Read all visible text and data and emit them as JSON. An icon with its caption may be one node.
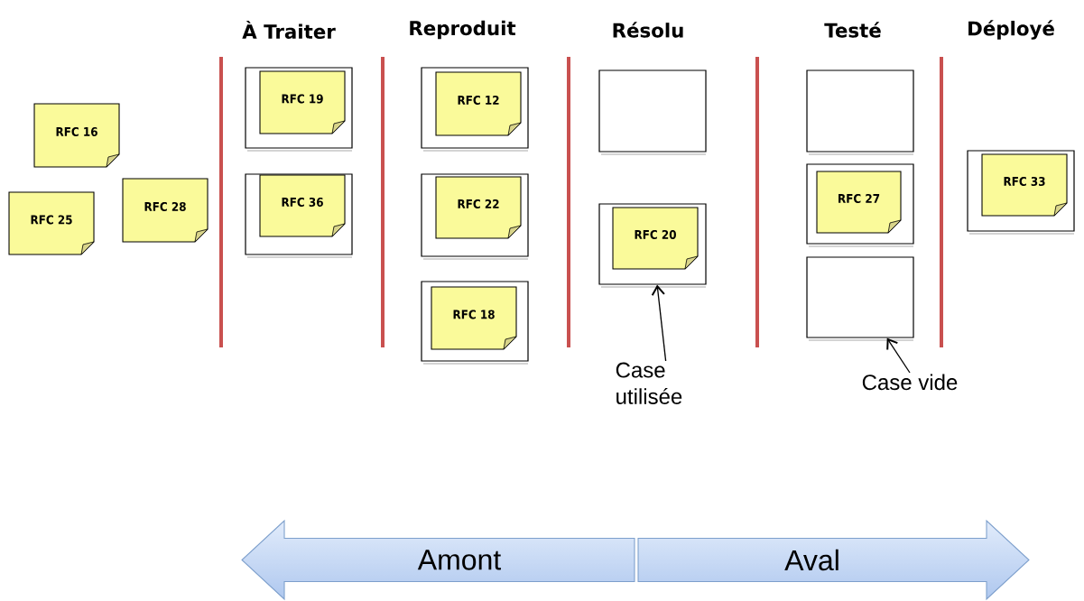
{
  "diagram": {
    "nodes": [
      {
        "text": [
          "RFC 16"
        ]
      },
      {
        "text": [
          "RFC 25"
        ]
      },
      {
        "text": [
          "RFC 28"
        ]
      },
      {
        "text": [],
        "shape": "box"
      },
      {
        "text": [
          "RFC 19"
        ],
        "in": 3
      },
      {
        "text": [],
        "shape": "box"
      },
      {
        "text": [
          "RFC 36"
        ],
        "in": 5
      },
      {
        "text": [],
        "shape": "box"
      },
      {
        "text": [
          "RFC 12"
        ],
        "in": 7
      },
      {
        "text": [],
        "shape": "box"
      },
      {
        "text": [
          "RFC 22"
        ],
        "in": 9
      },
      {
        "text": [],
        "shape": "box"
      },
      {
        "text": [
          "RFC 18"
        ],
        "in": 11
      },
      {
        "text": [],
        "shape": "box"
      },
      {
        "text": [],
        "shape": "box"
      },
      {
        "text": [
          "RFC 20"
        ],
        "in": 14
      },
      {
        "text": [],
        "shape": "box"
      },
      {
        "text": [],
        "shape": "box"
      },
      {
        "text": [
          "RFC 27"
        ],
        "in": 17
      },
      {
        "text": [],
        "shape": "box"
      },
      {
        "text": [],
        "shape": "box"
      },
      {
        "text": [
          "RFC 33"
        ],
        "in": 20
      },
      {
        "text": [
          "Case utilisée"
        ]
      },
      {
        "text": [
          "Case vide"
        ]
      },
      {
        "text": [
          "Amont"
        ]
      },
      {
        "text": [
          "Aval"
        ]
      }
    ],
    "edges": [
      {
        "from": 22,
        "to": 14,
        "arrow": "to"
      },
      {
        "from": 23,
        "to": 19,
        "arrow": "to"
      }
    ],
    "labels": [
      "À Traiter",
      "Reproduit",
      "Résolu",
      "Testé",
      "Déployé"
    ]
  }
}
